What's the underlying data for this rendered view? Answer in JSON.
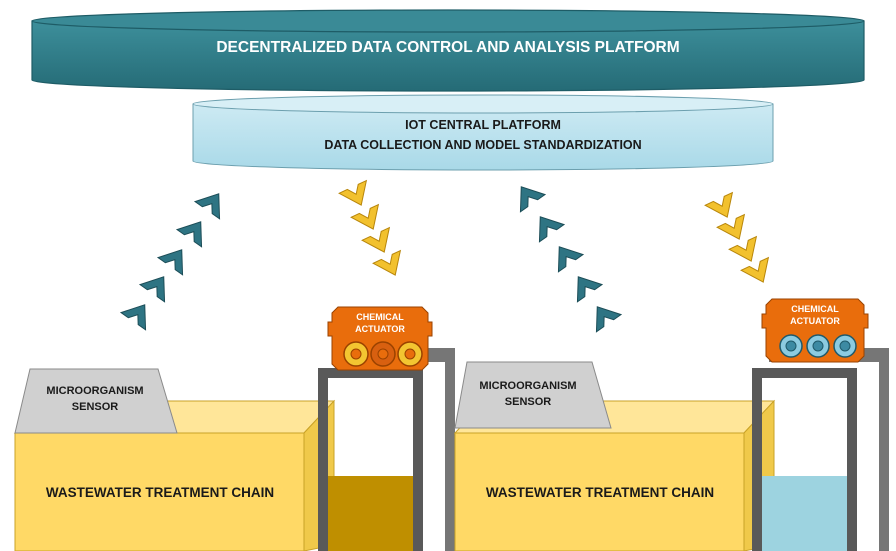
{
  "top_platform": {
    "label": "DECENTRALIZED DATA CONTROL AND ANALYSIS PLATFORM",
    "color": "#2E7A85"
  },
  "iot_platform": {
    "line1": "IOT CENTRAL PLATFORM",
    "line2": "DATA COLLECTION AND MODEL STANDARDIZATION",
    "color": "#BDE3EE"
  },
  "arrows": {
    "upward_color": "#2E7483",
    "downward_color": "#F2C12E"
  },
  "units": [
    {
      "sensor": {
        "line1": "MICROORGANISM",
        "line2": "SENSOR"
      },
      "chain": {
        "label": "WASTEWATER TREATMENT CHAIN"
      },
      "actuator": {
        "line1": "CHEMICAL",
        "line2": "ACTUATOR",
        "roller_color": "#F3C531"
      },
      "tank_fill_color": "#BF8F00"
    },
    {
      "sensor": {
        "line1": "MICROORGANISM",
        "line2": "SENSOR"
      },
      "chain": {
        "label": "WASTEWATER TREATMENT CHAIN"
      },
      "actuator": {
        "line1": "CHEMICAL",
        "line2": "ACTUATOR",
        "roller_color": "#8CCBE0"
      },
      "tank_fill_color": "#9DD3E0"
    }
  ]
}
